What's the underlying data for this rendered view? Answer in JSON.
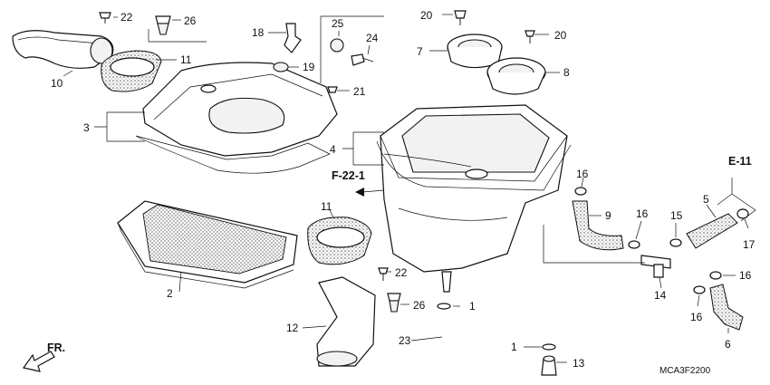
{
  "diagram": {
    "callouts": {
      "c1a": "1",
      "c1b": "1",
      "c2": "2",
      "c3": "3",
      "c4": "4",
      "c5": "5",
      "c6": "6",
      "c7": "7",
      "c8": "8",
      "c9": "9",
      "c10": "10",
      "c11a": "11",
      "c11b": "11",
      "c12": "12",
      "c13": "13",
      "c14": "14",
      "c15": "15",
      "c16a": "16",
      "c16b": "16",
      "c16c": "16",
      "c16d": "16",
      "c17": "17",
      "c18": "18",
      "c19": "19",
      "c20a": "20",
      "c20b": "20",
      "c21": "21",
      "c22a": "22",
      "c22b": "22",
      "c23": "23",
      "c24": "24",
      "c25": "25",
      "c26a": "26",
      "c26b": "26"
    },
    "refs": {
      "f221": "F-22-1",
      "e11": "E-11"
    },
    "front_label": "FR.",
    "diagram_code": "MCA3F2200"
  }
}
